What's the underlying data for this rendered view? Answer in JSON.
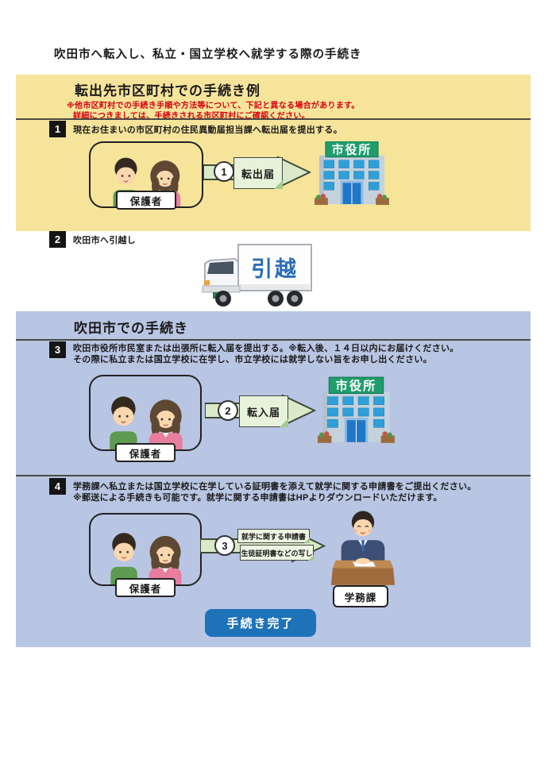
{
  "title": "吹田市へ転入し、私立・国立学校へ就学する際の手続き",
  "colors": {
    "yellow_section_bg": "#F6E49B",
    "blue_section_bg": "#B8C5E3",
    "note_red": "#D7000F",
    "button_blue": "#1D72B8",
    "sign_green": "#1F9D6C",
    "arrow_green": "#D9EAC8"
  },
  "section_out": {
    "title": "転出先市区町村での手続き例",
    "note1": "※他市区町村での手続き手順や方法等について、下記と異なる場合があります。",
    "note2": "詳細につきましては、手続きされる市区町村にご確認ください。",
    "step1": {
      "num": "1",
      "text": "現在お住まいの市区町村の住民異動届担当課へ転出届を提出する。",
      "guardian_label": "保護者",
      "flow_num": "1",
      "doc_label": "転出届",
      "building_sign": "市役所"
    },
    "step2": {
      "num": "2",
      "text": "吹田市へ引越し",
      "truck_label": "引越"
    }
  },
  "section_in": {
    "title": "吹田市での手続き",
    "step3": {
      "num": "3",
      "text1": "吹田市役所市民室または出張所に転入届を提出する。※転入後、１４日以内にお届けください。",
      "text2": "その際に私立または国立学校に在学し、市立学校には就学しない旨をお申し出ください。",
      "guardian_label": "保護者",
      "flow_num": "2",
      "doc_label": "転入届",
      "building_sign": "市役所"
    },
    "step4": {
      "num": "4",
      "text1": "学務課へ私立または国立学校に在学している証明書を添えて就学に関する申請書をご提出ください。",
      "text2": "※郵送による手続きも可能です。就学に関する申請書はHPよりダウンロードいただけます。",
      "guardian_label": "保護者",
      "flow_num": "3",
      "doc1_label": "就学に関する申請書",
      "doc2_label": "生徒証明書などの写し",
      "clerk_label": "学務課"
    },
    "complete_label": "手続き完了"
  }
}
